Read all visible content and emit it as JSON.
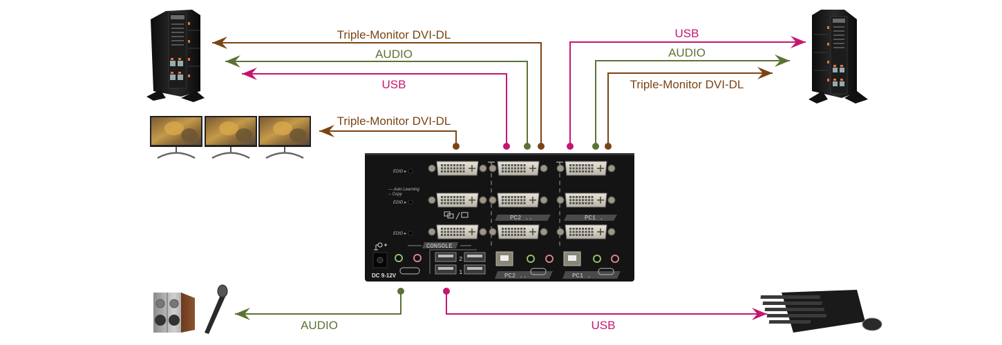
{
  "colors": {
    "dvi": "#7a4413",
    "audio": "#5b7234",
    "usb": "#c4166f",
    "panel": "#141414"
  },
  "devices": {
    "pc2_tower": {
      "label": "pc-tower-left",
      "icon": "server-tower"
    },
    "pc1_tower": {
      "label": "pc-tower-right",
      "icon": "server-tower"
    },
    "monitors": {
      "count": 3,
      "icon": "monitor"
    },
    "speakers_mic": {
      "icon": "speakers-and-microphone"
    },
    "keyboard_mouse": {
      "icon": "keyboard-and-mouse"
    }
  },
  "connections": {
    "pc2": [
      {
        "type": "dvi",
        "label": "Triple-Monitor DVI-DL"
      },
      {
        "type": "audio",
        "label": "AUDIO"
      },
      {
        "type": "usb",
        "label": "USB"
      }
    ],
    "pc1": [
      {
        "type": "usb",
        "label": "USB"
      },
      {
        "type": "audio",
        "label": "AUDIO"
      },
      {
        "type": "dvi",
        "label": "Triple-Monitor DVI-DL"
      }
    ],
    "console_monitors": {
      "type": "dvi",
      "label": "Triple-Monitor DVI-DL"
    },
    "console_audio": {
      "type": "audio",
      "label": "AUDIO"
    },
    "console_usb": {
      "type": "usb",
      "label": "USB"
    }
  },
  "kvm_panel": {
    "edid_label": "EDID ▸",
    "auto_learning": "--- Auto Learning",
    "copy": "-- Copy",
    "console_label": "CONSOLE",
    "pc2_label": "PC2 ..",
    "pc1_label": "PC1 .",
    "power_label": "DC 9-12V",
    "usb_port_2": "2",
    "usb_port_1": "1"
  }
}
